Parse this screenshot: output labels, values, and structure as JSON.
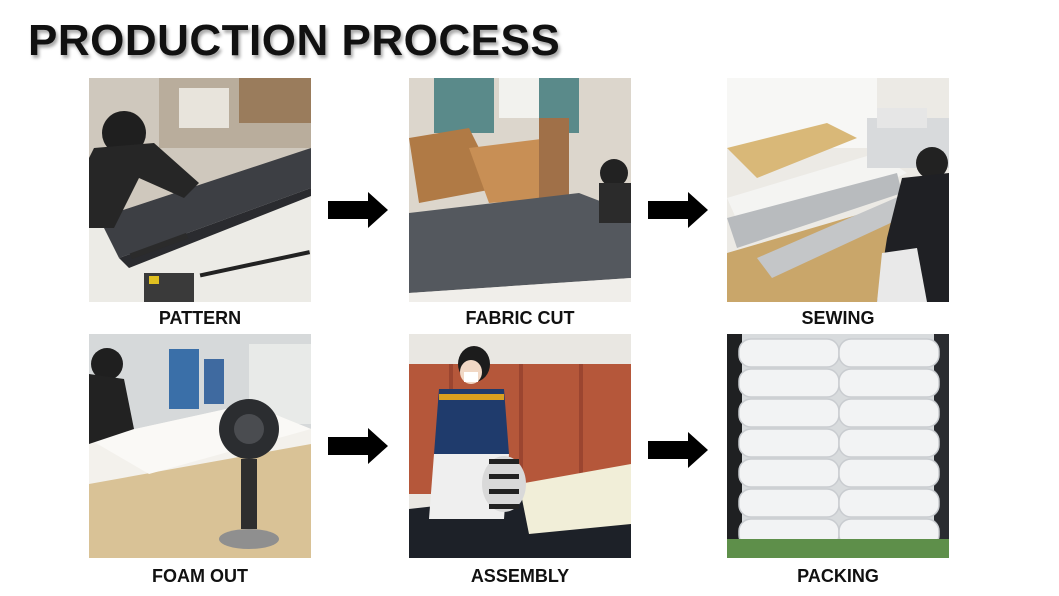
{
  "title": "PRODUCTION PROCESS",
  "steps": [
    {
      "label": "PATTERN"
    },
    {
      "label": "FABRIC CUT"
    },
    {
      "label": "SEWING"
    },
    {
      "label": "FOAM OUT"
    },
    {
      "label": "ASSEMBLY"
    },
    {
      "label": "PACKING"
    }
  ],
  "icons": {
    "arrow": "arrow-right-icon"
  },
  "colors": {
    "text": "#111111",
    "arrow": "#000000",
    "background": "#ffffff"
  }
}
